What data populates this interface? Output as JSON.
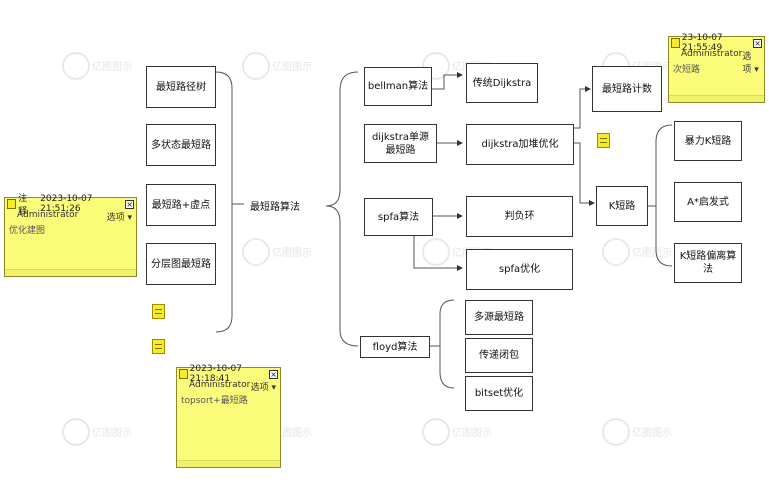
{
  "watermark": "亿图图示",
  "root": "最短路算法",
  "left_nodes": [
    "最短路径树",
    "多状态最短路",
    "最短路+虚点",
    "分层图最短路"
  ],
  "right_nodes": {
    "bellman": "bellman算法",
    "dijkstra": "dijkstra单源最短路",
    "spfa": "spfa算法",
    "floyd": "floyd算法",
    "trad_dijkstra": "传统Dijkstra",
    "heap_dijkstra": "dijkstra加堆优化",
    "negative_cycle": "判负环",
    "spfa_opt": "spfa优化",
    "multi_source": "多源最短路",
    "transitive_closure": "传递闭包",
    "bitset": "bitset优化",
    "count": "最短路计数",
    "k_short": "K短路",
    "brute_k": "暴力K短路",
    "astar": "A*启发式",
    "k_deviation": "K短路偏离算法"
  },
  "comments": [
    {
      "prefix": "注释",
      "timestamp": "2023-10-07 21:51:26",
      "author": "Administrator",
      "options": "选项",
      "text": "优化建图"
    },
    {
      "prefix": "",
      "timestamp": "2023-10-07 21:18:41",
      "author": "Administrator",
      "options": "选项",
      "text": "topsort+最短路"
    },
    {
      "prefix": "",
      "timestamp": "23-10-07 21:55:49",
      "author": "Administrator",
      "options": "选项",
      "text": "次短路"
    }
  ],
  "colors": {
    "comment_bg": "#fbfb7a",
    "icon": "#f7ea2a",
    "line": "#555555"
  }
}
